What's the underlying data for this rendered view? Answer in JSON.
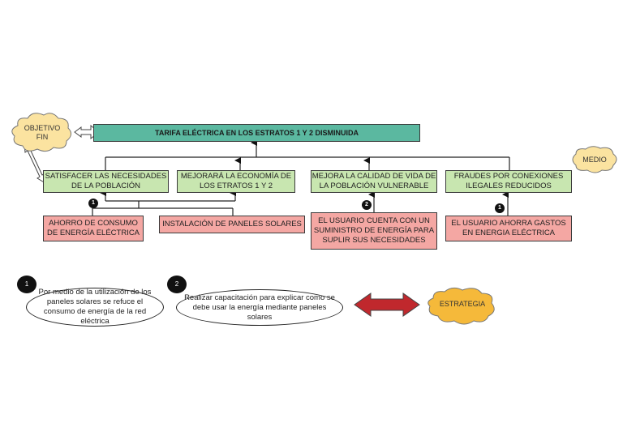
{
  "diagram": {
    "objective_label": [
      "OBJETIVO",
      "FIN"
    ],
    "goal": "TARIFA ELÉCTRICA EN LOS ESTRATOS 1 Y 2 DISMINUIDA",
    "medio_label": "MEDIO",
    "strategy_label": "ESTRATEGIA",
    "effects": [
      {
        "text": "SATISFACER LAS NECESIDADES DE LA POBLACIÓN"
      },
      {
        "text": "MEJORARÁ LA ECONOMÍA DE LOS ETRATOS 1 Y 2"
      },
      {
        "text": "MEJORA LA CALIDAD DE VIDA DE LA POBLACIÓN VULNERABLE"
      },
      {
        "text": "FRAUDES POR CONEXIONES ILEGALES REDUCIDOS"
      }
    ],
    "means": [
      {
        "text": "AHORRO DE CONSUMO DE ENERGÍA ELÉCTRICA",
        "badge": "1"
      },
      {
        "text": "INSTALACIÓN DE PANELES SOLARES"
      },
      {
        "text": "EL USUARIO CUENTA CON UN SUMINISTRO DE ENERGÍA PARA SUPLIR SUS NECESIDADES",
        "badge": "2"
      },
      {
        "text": "EL USUARIO AHORRA GASTOS EN ENERGIA ELÉCTRICA",
        "badge": "1"
      }
    ],
    "strategies": [
      {
        "number": "1",
        "text": "Por medio de la utilización de los paneles solares se refuce el consumo de energía de la red eléctrica"
      },
      {
        "number": "2",
        "text": "Realizar capacitación para explicar como se debe usar la energía mediante paneles solares"
      }
    ],
    "colors": {
      "goal": "#5bb8a0",
      "effect": "#c8e6b0",
      "means": "#f4a7a3",
      "cloud_objective": "#fbe3a0",
      "cloud_medio": "#fbe3a0",
      "cloud_strategy": "#f5b93a",
      "double_arrow": "#c0282d"
    }
  }
}
